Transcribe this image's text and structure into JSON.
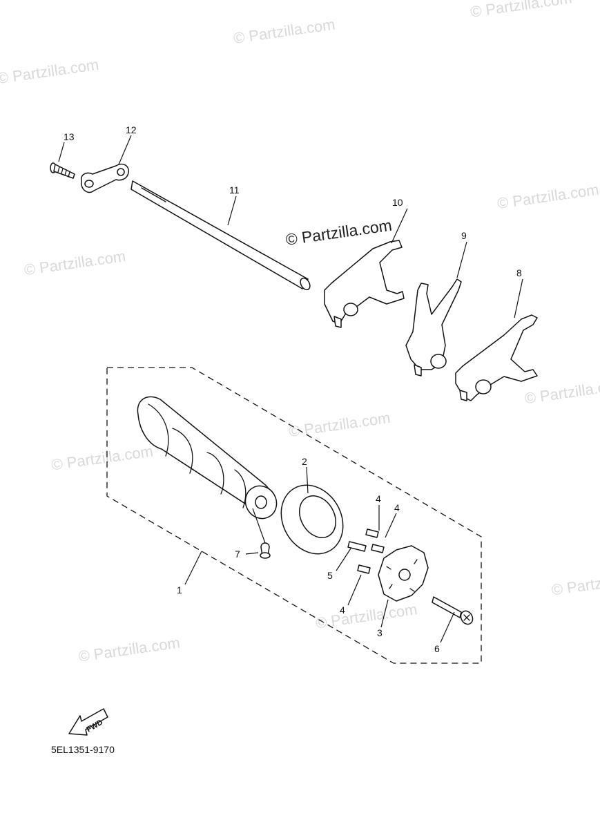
{
  "watermarks": {
    "text": "© Partzilla.com",
    "main_text": "© Partzilla.com"
  },
  "callouts": {
    "c1": "1",
    "c2": "2",
    "c3": "3",
    "c4a": "4",
    "c4b": "4",
    "c4c": "4",
    "c5": "5",
    "c6": "6",
    "c7": "7",
    "c8": "8",
    "c9": "9",
    "c10": "10",
    "c11": "11",
    "c12": "12",
    "c13": "13"
  },
  "fwd_label": "FWD",
  "diagram_code": "5EL1351-9170",
  "colors": {
    "line": "#111111",
    "watermark": "#d9d9d9"
  }
}
